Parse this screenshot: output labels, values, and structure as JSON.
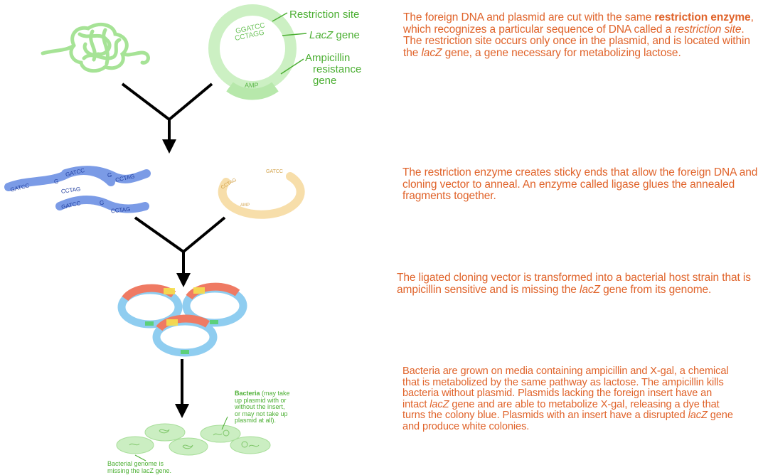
{
  "labels": {
    "restriction_site": "Restriction site",
    "lacz_italic": "LacZ",
    "lacz_rest": " gene",
    "ampicillin": "Ampicillin",
    "resistance": "resistance",
    "gene": "gene",
    "plasmid_top": "GGATCC",
    "plasmid_bottom": "CCTAGG",
    "amp": "AMP",
    "bacteria_bold": "Bacteria",
    "bacteria_line1": " (may take",
    "bacteria_line2": "up plasmid with or",
    "bacteria_line3": "without the insert,",
    "bacteria_line4": "or may not take up",
    "bacteria_line5": "plasmid at all).",
    "genome_line1": "Bacterial genome is",
    "genome_line2": "missing the lacZ gene."
  },
  "sticky_ends": {
    "gatcc": "GATCC",
    "g": "G",
    "cctag": "CCTAG"
  },
  "steps": {
    "s1": {
      "a": "The foreign DNA and plasmid are cut with the same ",
      "b": "restriction enzyme",
      "c": ", which recognizes a particular sequence of DNA called a ",
      "d": "restriction site",
      "e": ". The restriction site occurs only once in the plasmid, and is located within the ",
      "f": "lacZ",
      "g": " gene, a gene necessary for metabolizing lactose."
    },
    "s2": {
      "a": "The restriction enzyme creates sticky ends that allow the foreign DNA and cloning vector to anneal. An enzyme called ligase glues the annealed fragments together."
    },
    "s3": {
      "a": "The ligated cloning vector is transformed into a bacterial host strain that is ampicillin sensitive and is missing the ",
      "b": "lacZ",
      "c": " gene from its genome."
    },
    "s4": {
      "a": "Bacteria are grown on media containing ampicillin and X-gal, a chemical that is metabolized by the same pathway as lactose. The ampicillin kills bacteria without plasmid. Plasmids lacking the foreign insert have an intact ",
      "b": "lacZ",
      "c": " gene and are able to metabolize X-gal, releasing a dye that turns the colony blue. Plasmids with an insert have a disrupted ",
      "d": "lacZ",
      "e": " gene and produce white colonies."
    }
  },
  "colors": {
    "text_orange": "#e0632a",
    "label_green": "#4caf33",
    "dna_green": "#9ee08e",
    "plasmid_green": "#c9efc0",
    "fragment_blue": "#7b9be6",
    "vector_yellow": "#f7deaa",
    "ring_blue": "#8fcdf0",
    "insert_red": "#ef7a63",
    "colony_green": "#c6ecbd"
  }
}
